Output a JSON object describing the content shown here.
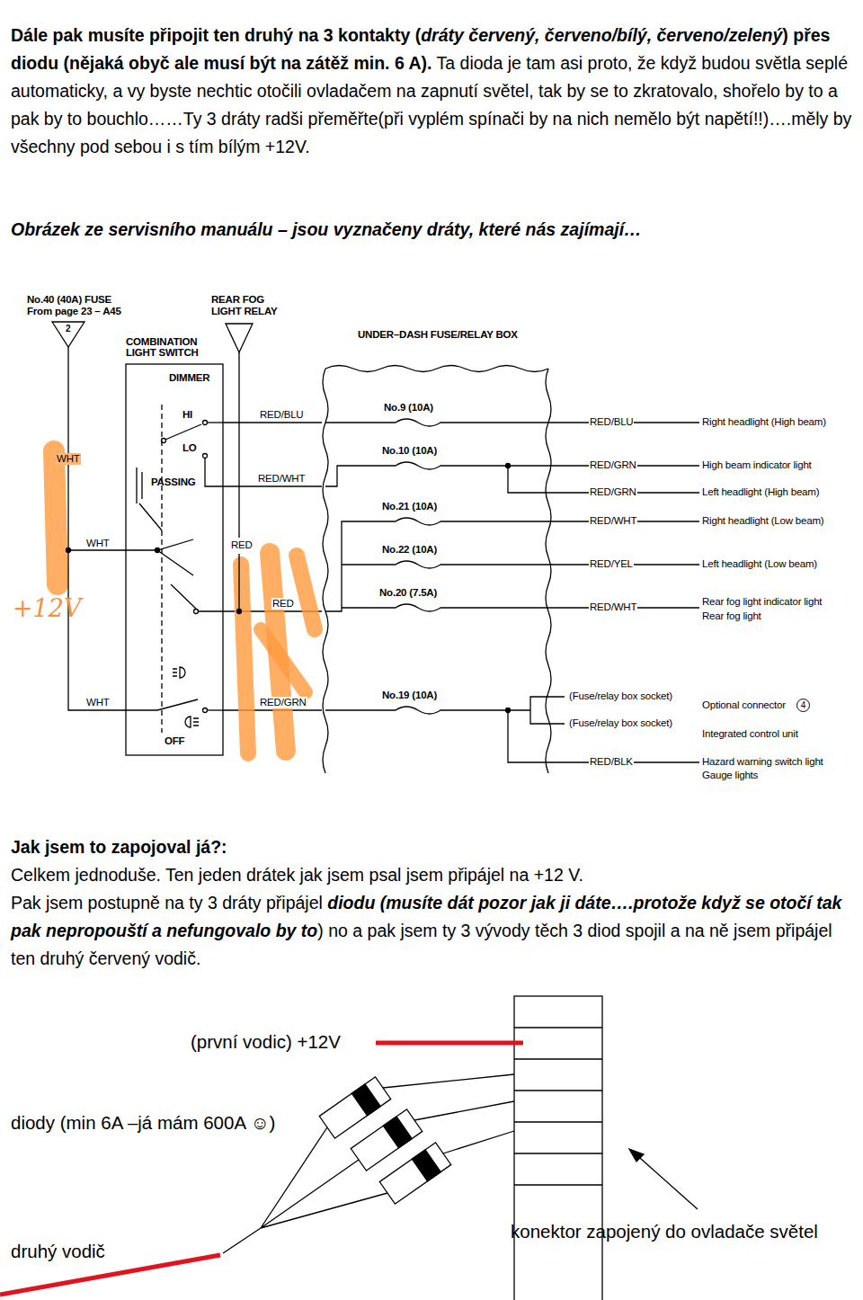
{
  "diagram": {
    "nodes": [
      {
        "text": [
          "COMBINATION LIGHT SWITCH"
        ]
      },
      {
        "text": [
          "UNDER–DASH FUSE/RELAY BOX"
        ]
      }
    ],
    "edges": [
      {
        "from": 0,
        "to": 1,
        "arrow": "none",
        "label": "RED/BLU"
      },
      {
        "from": 0,
        "to": 1,
        "arrow": "none",
        "label": "RED/WHT"
      },
      {
        "from": 0,
        "to": 1,
        "arrow": "none",
        "label": "RED"
      },
      {
        "from": 0,
        "to": 1,
        "arrow": "none",
        "label": "RED/GRN"
      }
    ],
    "labels": [
      "Dále pak musíte připojit ten druhý na 3 kontakty (",
      "dráty červený, červeno/bílý, červeno/zelený",
      ") přes diodu (nějaká obyč ale musí být na zátěž min. 6 A).",
      "Ta dioda je tam asi proto, že když budou světla seplé automaticky, a vy byste nechtic otočili ovladačem na zapnutí světel, tak by se to zkratovalo, shořelo by to a pak by to bouchlo……Ty 3 dráty radši přeměřte(při vyplém spínači by na nich nemělo být napětí!!)….měly by všechny pod sebou i s tím bílým +12V.",
      "Obrázek ze servisního manuálu – jsou vyznačeny dráty, které nás zajímají…",
      "Jak jsem to zapojoval já?:",
      "Celkem jednoduše. Ten jeden drátek jak jsem psal jsem připájel na +12 V.",
      "Pak jsem postupně na ty 3 dráty připájel",
      "diodu (musíte dát pozor jak ji dáte….protože když se otočí tak pak nepropouští a nefungovalo by to",
      ") no a pak jsem ty 3 vývody těch 3 diod spojil a na ně jsem připájel ten druhý červený vodič.",
      "No.40 (40A) FUSE",
      "From page 23 – A45",
      "2",
      "REAR FOG LIGHT RELAY",
      "DIMMER",
      "HI",
      "LO",
      "PASSING",
      "WHT",
      "+12V",
      "WHT",
      "RED",
      "WHT",
      "OFF",
      "No.9 (10A)",
      "No.10 (10A)",
      "No.21 (10A)",
      "No.22 (10A)",
      "No.20 (7.5A)",
      "No.19 (10A)",
      "RED/BLU",
      "Right headlight (High beam)",
      "RED/GRN",
      "High beam indicator light",
      "RED/GRN",
      "Left headlight (High beam)",
      "RED/WHT",
      "Right headlight (Low beam)",
      "RED/YEL",
      "Left headlight (Low beam)",
      "RED/WHT",
      "Rear fog light indicator light",
      "Rear fog light",
      "(Fuse/relay box socket)",
      "Optional connector",
      "4",
      "(Fuse/relay box socket)",
      "Integrated control unit",
      "RED/BLK",
      "Hazard warning switch light",
      "Gauge lights",
      "(první vodic) +12V",
      "diody (min 6A –já mám 600A ☺)",
      "druhý vodič",
      "konektor zapojený do ovladače světel"
    ]
  }
}
